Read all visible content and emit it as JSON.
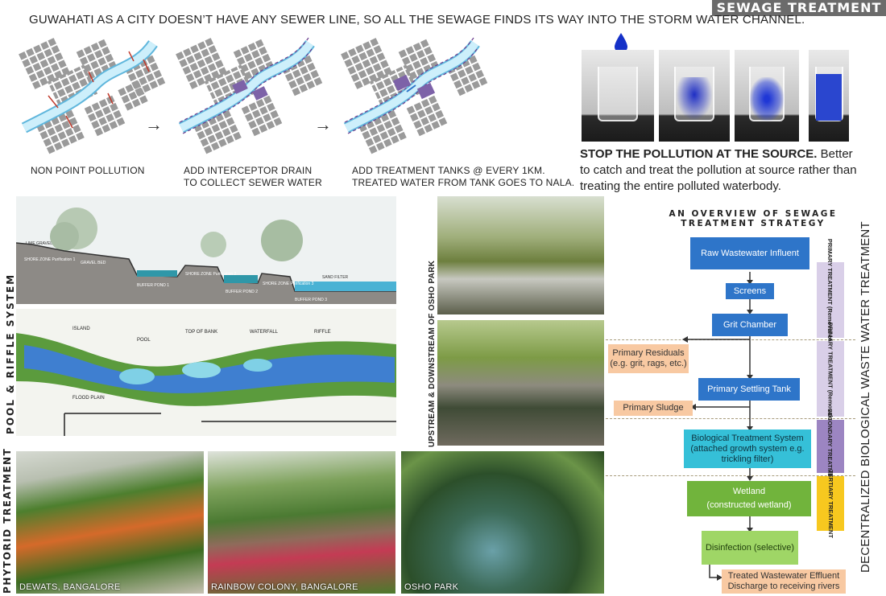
{
  "banner": "SEWAGE TREATMENT",
  "intro": "GUWAHATI AS A CITY DOESN’T HAVE ANY SEWER LINE, SO ALL THE SEWAGE FINDS ITS WAY INTO THE STORM WATER CHANNEL.",
  "diagrams": {
    "cap1": "NON POINT POLLUTION",
    "cap2_line1": "ADD INTERCEPTOR DRAIN",
    "cap2_line2": "TO COLLECT SEWER WATER",
    "cap3_line1": "ADD TREATMENT TANKS @ EVERY 1KM.",
    "cap3_line2": "TREATED WATER FROM TANK GOES TO NALA.",
    "arrow": "→"
  },
  "stop": {
    "bold": "STOP THE POLLUTION AT THE SOURCE.",
    "rest": " Better to catch and treat the pollution at source rather than treating the entire polluted waterbody."
  },
  "pool_riffle": {
    "side_label": "POOL & RIFFLE SYSTEM",
    "section_labels": [
      "LIME GRAVEL",
      "SHORE ZONE Purification 1",
      "GRAVEL BED",
      "BUFFER POND 1",
      "SHORE ZONE Purification 2",
      "BUFFER POND 2",
      "SHORE ZONE Purification 3",
      "SAND FILTER",
      "BUFFER POND 3"
    ],
    "plan_labels": [
      "ISLAND",
      "POOL",
      "TOP OF BANK",
      "WATERFALL",
      "RIFFLE",
      "FLOOD PLAIN"
    ]
  },
  "osho": {
    "side_label": "UPSTREAM & DOWNSTREAM OF OSHO PARK"
  },
  "phytorid": {
    "side_label": "PHYTORID TREATMENT",
    "photos": [
      "DEWATS, BANGALORE",
      "RAINBOW COLONY, BANGALORE",
      "OSHO PARK"
    ]
  },
  "flow": {
    "title_line1": "AN OVERVIEW OF SEWAGE",
    "title_line2": "TREATMENT STRATEGY",
    "vertical_title": "DECENTRALIZED BIOLOGICAL WASTE WATER TREATMENT",
    "raw": "Raw Wastewater Influent",
    "screens": "Screens",
    "grit": "Grit Chamber",
    "residuals": "Primary Residuals (e.g. grit, rags, etc.)",
    "settling": "Primary Settling Tank",
    "sludge": "Primary Sludge",
    "bio": "Biological Treatment System (attached growth system e.g. trickling filter)",
    "wetland_line1": "Wetland",
    "wetland_line2": "(constructed wetland)",
    "disinfection": "Disinfection (selective)",
    "effluent_line1": "Treated  Wastewater Effluent",
    "effluent_line2": "Discharge to receiving rivers",
    "side1": "PRIMARY TREATMENT (Removal of solids)",
    "side2": "PRIMARY TREATMENT (Removal of SS)",
    "side3": "SECONDARY TREATMENT",
    "side4": "TERTIARY TREATMENT"
  },
  "colors": {
    "blue_box": "#2e75c9",
    "cyan_box": "#35c0d8",
    "wetland": "#71b43c",
    "disinfection": "#9fd666",
    "peach": "#f8c9a2",
    "lavender": "#d9cfe8",
    "purple": "#9c85c2",
    "yellow": "#f7c81f"
  }
}
